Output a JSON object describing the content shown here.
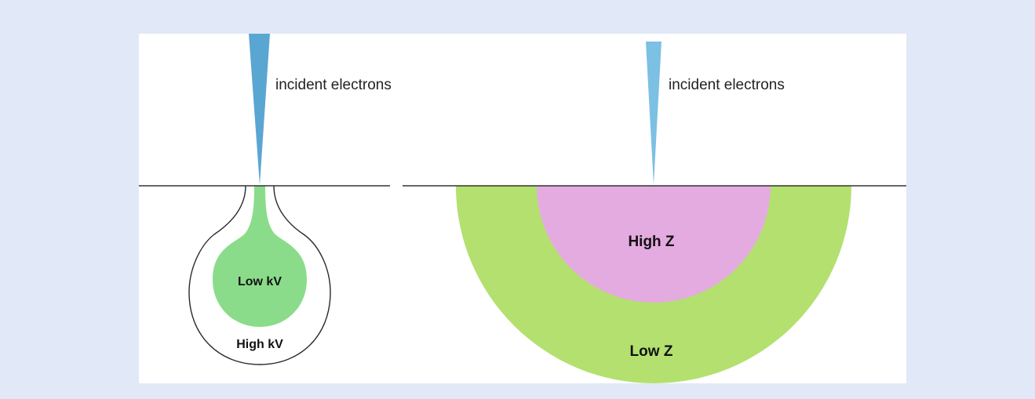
{
  "left_panel": {
    "beam_label": "incident electrons",
    "inner_region_label": "Low kV",
    "outer_region_label": "High kV"
  },
  "right_panel": {
    "beam_label": "incident electrons",
    "inner_region_label": "High Z",
    "outer_region_label": "Low Z"
  },
  "colors": {
    "background": "#e1e8f7",
    "panel": "#ffffff",
    "beam_left": "#5aa6d3",
    "beam_right": "#7cc0e4",
    "low_kv_fill": "#8adc8a",
    "low_z_fill": "#b3e06f",
    "high_z_fill": "#e4abe0",
    "surface_line": "#333333"
  }
}
